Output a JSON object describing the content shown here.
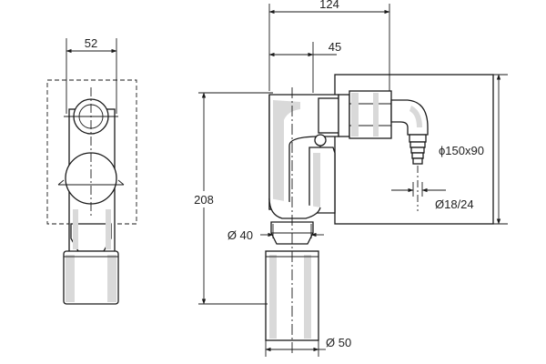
{
  "dimensions": {
    "front_width": "52",
    "side_total_width": "124",
    "side_offset": "45",
    "height": "208",
    "box_size": "ϕ150x90",
    "hose_diameter": "Ø18/24",
    "outlet_diameter_small": "Ø 40",
    "outlet_diameter_large": "Ø 50"
  }
}
